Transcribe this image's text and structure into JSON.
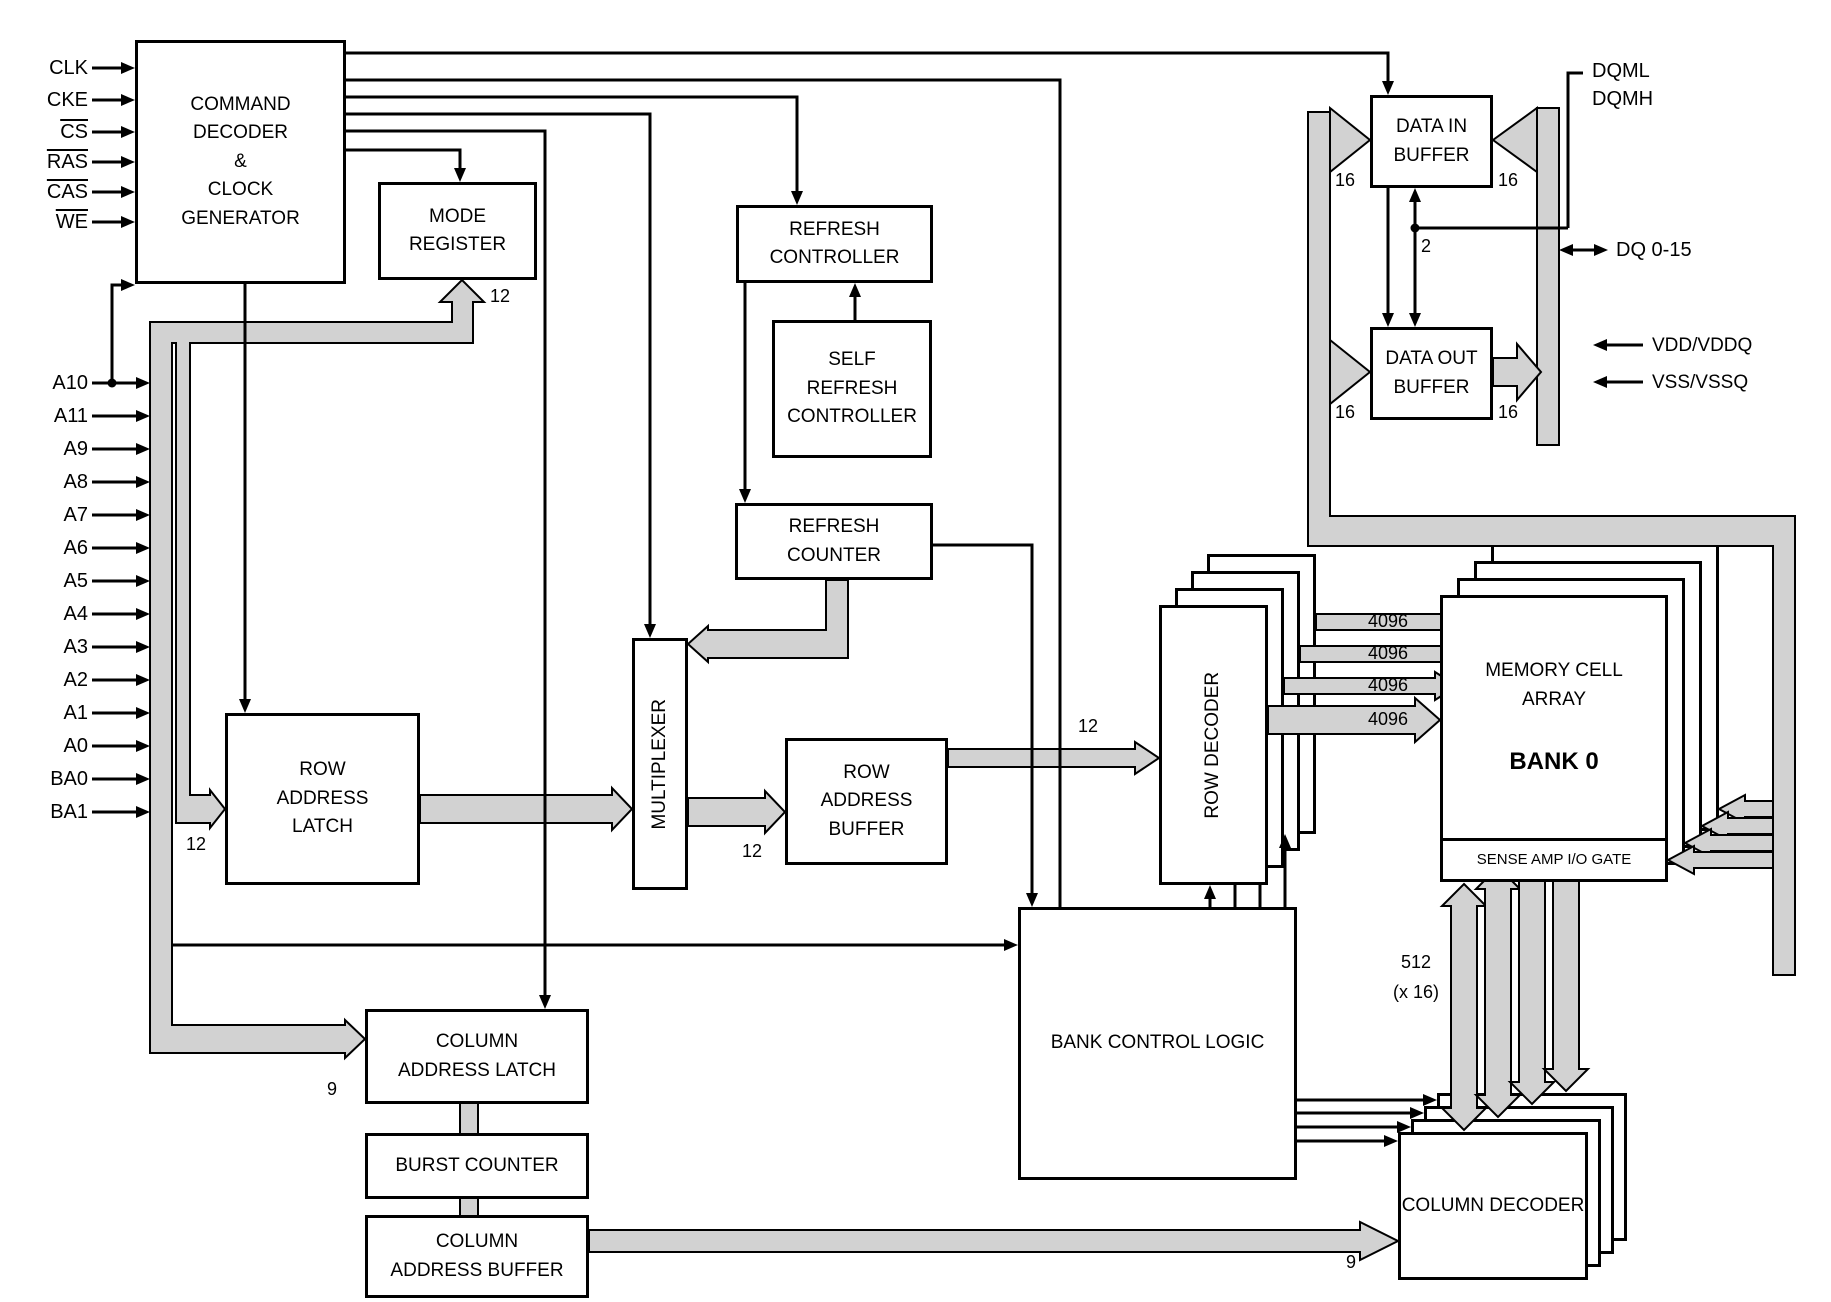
{
  "diagram": {
    "control_pins": [
      "CLK",
      "CKE",
      "CS",
      "RAS",
      "CAS",
      "WE"
    ],
    "address_pins": [
      "A10",
      "A11",
      "A9",
      "A8",
      "A7",
      "A6",
      "A5",
      "A4",
      "A3",
      "A2",
      "A1",
      "A0",
      "BA0",
      "BA1"
    ],
    "blocks": {
      "command_decoder": "COMMAND\nDECODER\n&\nCLOCK\nGENERATOR",
      "mode_register": "MODE\nREGISTER",
      "refresh_controller": "REFRESH\nCONTROLLER",
      "self_refresh_controller": "SELF\nREFRESH\nCONTROLLER",
      "refresh_counter": "REFRESH\nCOUNTER",
      "row_address_latch": "ROW\nADDRESS\nLATCH",
      "multiplexer": "MULTIPLEXER",
      "row_address_buffer": "ROW\nADDRESS\nBUFFER",
      "bank_control_logic": "BANK CONTROL LOGIC",
      "column_address_latch": "COLUMN\nADDRESS LATCH",
      "burst_counter": "BURST COUNTER",
      "column_address_buffer": "COLUMN\nADDRESS BUFFER",
      "row_decoder": "ROW DECODER",
      "memory_cell_array": "MEMORY CELL\nARRAY",
      "bank0": "BANK 0",
      "sense_amp": "SENSE AMP I/O GATE",
      "column_decoder": "COLUMN DECODER",
      "data_in_buffer": "DATA IN\nBUFFER",
      "data_out_buffer": "DATA OUT\nBUFFER"
    },
    "bus_widths": {
      "mode_register_in": "12",
      "row_address_latch_in": "12",
      "multiplexer_out": "12",
      "row_decoder_in": "12",
      "column_address_latch_in": "9",
      "column_decoder_in": "9",
      "data_in_left": "16",
      "data_in_right": "16",
      "data_out_left": "16",
      "data_out_right": "16",
      "dqm": "2",
      "row_lines": [
        "4096",
        "4096",
        "4096",
        "4096"
      ],
      "col_lines_1": "512",
      "col_lines_2": "(x 16)"
    },
    "io_labels": {
      "dqml": "DQML",
      "dqmh": "DQMH",
      "dq": "DQ 0-15",
      "vdd": "VDD/VDDQ",
      "vss": "VSS/VSSQ"
    },
    "colors": {
      "bus_fill": "#d2d2d2",
      "line": "#000000",
      "background": "#ffffff"
    }
  }
}
